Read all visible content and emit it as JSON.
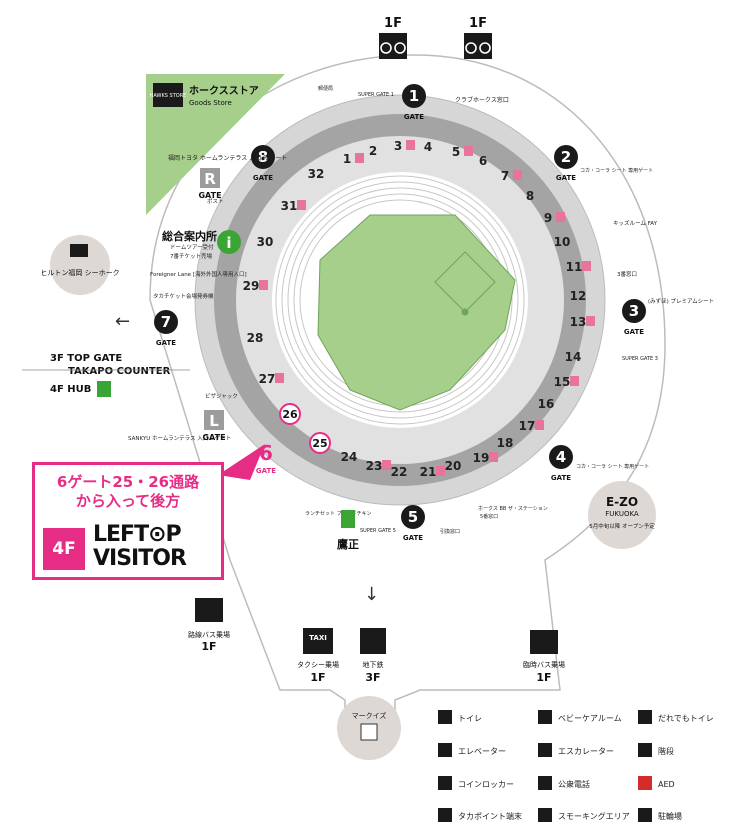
{
  "bike_top_labels": [
    "1F",
    "1F"
  ],
  "store": {
    "brand": "HAWKS STORE",
    "name": "ホークスストア",
    "sub": "Goods Store"
  },
  "gates": [
    {
      "num": "1",
      "label": "GATE"
    },
    {
      "num": "2",
      "label": "GATE"
    },
    {
      "num": "3",
      "label": "GATE"
    },
    {
      "num": "4",
      "label": "GATE"
    },
    {
      "num": "5",
      "label": "GATE"
    },
    {
      "num": "6",
      "label": "GATE"
    },
    {
      "num": "7",
      "label": "GATE"
    },
    {
      "num": "8",
      "label": "GATE"
    }
  ],
  "gate_notes": {
    "gate2": "コカ・コーラ シート 専用ゲート",
    "gate4": "コカ・コーラ シート 専用ゲート",
    "gate3": "(みずほ) プレミアムシート",
    "super1": "SUPER GATE 1",
    "super3": "SUPER GATE 3",
    "super5": "SUPER GATE 5",
    "club": "クラブホークス窓口",
    "gate3box": "3番窓口",
    "gate5box": "5番窓口",
    "kids": "キッズルーム FAY",
    "hawksbb": "ホークス BB ザ・ステーション",
    "exchange": "引換窓口",
    "lunch": "ランチセット フライドチキン",
    "bizjack": "ビザジャック",
    "box_info": "郵便局",
    "post": "ポスト"
  },
  "r_gate": {
    "text": "福岡トヨタ ホームランテラス 入口 R ゲート",
    "letter": "R",
    "label": "GATE"
  },
  "l_gate": {
    "text": "SANKYU ホームランテラス 入口 L ゲート",
    "letter": "L",
    "label": "GATE"
  },
  "info": {
    "title": "総合案内所",
    "sub": "ドームツアー受付",
    "ticket7": "7番チケット売場"
  },
  "foreigner": "Foreigner Lane [海外外国人専用入口]",
  "ticket_box": "タカチケット会場発券機",
  "hilton": {
    "text": "ヒルトン福岡 シーホーク"
  },
  "top_gate": {
    "line1": "3F TOP GATE",
    "line2": "TAKAPO COUNTER",
    "hub": "4F HUB"
  },
  "sections": [
    "1",
    "2",
    "3",
    "4",
    "5",
    "6",
    "7",
    "8",
    "9",
    "10",
    "11",
    "12",
    "13",
    "14",
    "15",
    "16",
    "17",
    "18",
    "19",
    "20",
    "21",
    "22",
    "23",
    "24",
    "25",
    "26",
    "27",
    "28",
    "29",
    "30",
    "31",
    "32"
  ],
  "circled_sections": [
    "25",
    "26"
  ],
  "highlight": {
    "line1": "6ゲート25・26通路",
    "line2": "から入って後方",
    "floor": "4F",
    "logo_line1": "LEFT⊙P",
    "logo_line2": "VISITOR"
  },
  "ezo": {
    "logo": "E-ZO",
    "city": "FUKUOKA",
    "note": "5月中旬以降 オープン予定"
  },
  "takoyaki": "鷹正",
  "transport": [
    {
      "label": "路線バス乗場",
      "floor": "1F"
    },
    {
      "label": "タクシー乗場",
      "floor": "1F",
      "sign": "TAXI"
    },
    {
      "label": "地下鉄",
      "floor": "3F"
    },
    {
      "label": "臨時バス乗場",
      "floor": "1F"
    }
  ],
  "marquis": "マークイズ",
  "legend": [
    {
      "icon": "toilet-icon",
      "label": "トイレ"
    },
    {
      "icon": "baby-care-icon",
      "label": "ベビーケアルーム"
    },
    {
      "icon": "accessible-toilet-icon",
      "label": "だれでもトイレ"
    },
    {
      "icon": "elevator-icon",
      "label": "エレベーター"
    },
    {
      "icon": "escalator-icon",
      "label": "エスカレーター"
    },
    {
      "icon": "stairs-icon",
      "label": "階段"
    },
    {
      "icon": "locker-icon",
      "label": "コインロッカー"
    },
    {
      "icon": "phone-icon",
      "label": "公衆電話"
    },
    {
      "icon": "aed-icon",
      "label": "AED"
    },
    {
      "icon": "takapoint-icon",
      "label": "タカポイント端末"
    },
    {
      "icon": "smoking-icon",
      "label": "スモーキングエリア"
    },
    {
      "icon": "bicycle-icon",
      "label": "駐輪場"
    }
  ],
  "colors": {
    "accent": "#e62d86",
    "field": "#a5cf8a",
    "concourse": "#d6d6d6",
    "ring": "#9c9c9c",
    "green_icon": "#3aa535",
    "dark": "#1a1a1a"
  }
}
